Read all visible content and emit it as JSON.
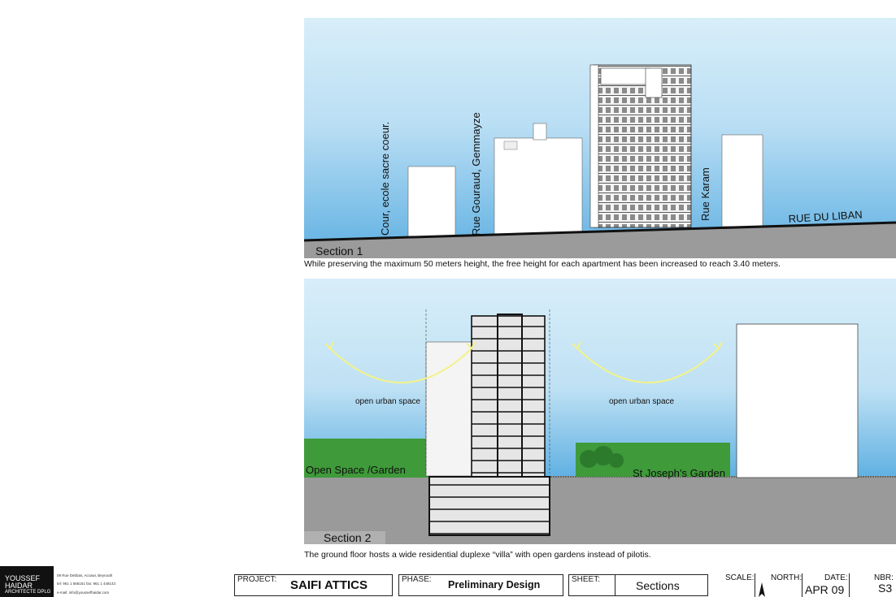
{
  "section1": {
    "label": "Section 1",
    "streets": {
      "cour": "Cour, ecole sacre coeur.",
      "gouraud": "Rue Gouraud, Gemmayze",
      "karam": "Rue Karam",
      "liban": "RUE DU LIBAN"
    },
    "caption": "While preserving the maximum 50 meters height, the free height for each apartment has been increased to reach 3.40 meters."
  },
  "section2": {
    "label": "Section 2",
    "open_urban_space_left": "open urban space",
    "open_urban_space_right": "open urban space",
    "garden_left": "Open Space /Garden",
    "garden_right": "St Joseph’s Garden",
    "caption": "The ground floor hosts a wide residential duplexe “villa” with open gardens instead of pilotis."
  },
  "logo": {
    "line1": "YOUSSEF",
    "line2": "HAIDAR",
    "line3": "ARCHITECTE DPLG",
    "address": "09 Rue Debbas, Accawi, Beyrouth",
    "phone": "tel: 961 1 566151 fax: 961 1 448143",
    "email": "e-mail: info@youssefhaidar.com"
  },
  "title_block": {
    "project_label": "PROJECT:",
    "project_value": "SAIFI ATTICS",
    "phase_label": "PHASE:",
    "phase_value": "Preliminary Design",
    "sheet_label": "SHEET:",
    "sheet_value": "Sections",
    "scale_label": "SCALE:",
    "north_label": "NORTH:",
    "date_label": "DATE:",
    "date_value": "APR 09",
    "nbr_label": "NBR:",
    "nbr_value": "S3"
  },
  "colors": {
    "sky_top": "#cfe8f7",
    "sky_bottom": "#6fb8e4",
    "ground": "#9a9a9a",
    "garden": "#3f9a3a",
    "arrow": "#f2f28a"
  }
}
